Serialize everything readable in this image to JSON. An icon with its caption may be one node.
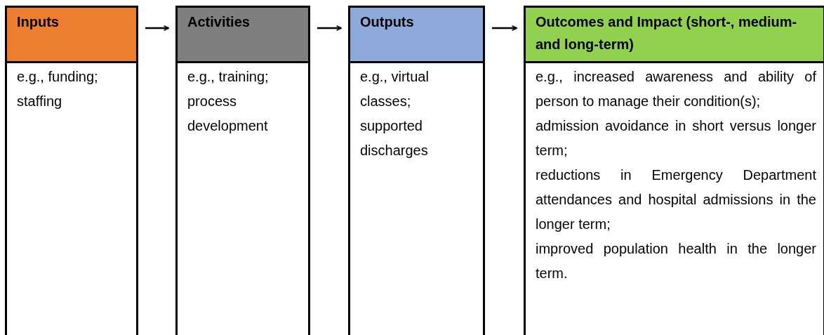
{
  "diagram": {
    "nodes": [
      {
        "text": [
          "Inputs",
          "e.g., funding; staffing"
        ]
      },
      {
        "text": [
          "Activities",
          "e.g., training; process development"
        ]
      },
      {
        "text": [
          "Outputs",
          "e.g., virtual classes; supported discharges"
        ]
      },
      {
        "text": [
          "Outcomes and Impact (short-, medium- and long-term)",
          "e.g., increased awareness and ability of person to manage their condition(s);",
          "admission avoidance in short versus longer term;",
          "reductions in Emergency Department attendances and hospital admissions in the longer term;",
          "improved population health in the longer term."
        ]
      }
    ],
    "edges": [
      {
        "from": 0,
        "to": 1,
        "arrow": "to"
      },
      {
        "from": 1,
        "to": 2,
        "arrow": "to"
      },
      {
        "from": 2,
        "to": 3,
        "arrow": "to"
      }
    ]
  }
}
